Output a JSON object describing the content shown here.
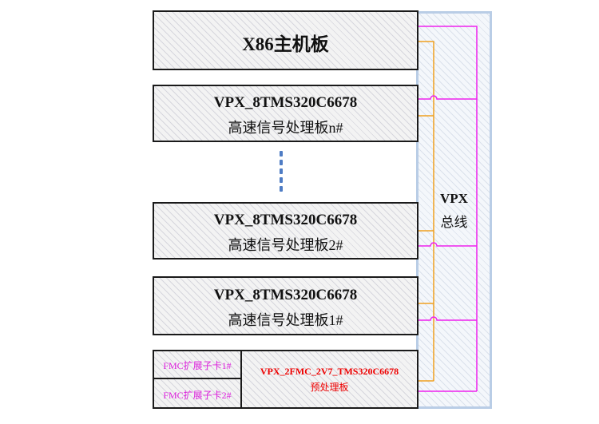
{
  "bus": {
    "title": "VPX",
    "subtitle": "总线"
  },
  "host": {
    "label": "X86主机板"
  },
  "board_n": {
    "line1": "VPX_8TMS320C6678",
    "line2": "高速信号处理板n#"
  },
  "board_2": {
    "line1": "VPX_8TMS320C6678",
    "line2": "高速信号处理板2#"
  },
  "board_1": {
    "line1": "VPX_8TMS320C6678",
    "line2": "高速信号处理板1#"
  },
  "fmc_1": {
    "label": "FMC扩展子卡1#"
  },
  "fmc_2": {
    "label": "FMC扩展子卡2#"
  },
  "preproc": {
    "line1": "VPX_2FMC_2V7_TMS320C6678",
    "line2": "预处理板"
  },
  "colors": {
    "pcie_line": "#f0a020",
    "ethernet_line": "#ee22ee",
    "fmc_text": "#dd22dd",
    "preproc_text": "#ee0000",
    "bus_border": "#b9cde6"
  }
}
